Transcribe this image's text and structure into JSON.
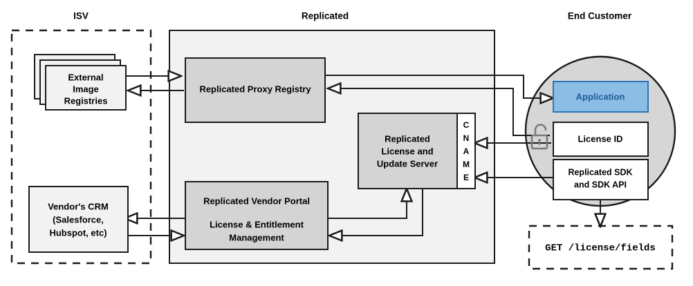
{
  "diagram": {
    "title_zones": [
      {
        "id": "isv",
        "label": "ISV"
      },
      {
        "id": "replicated",
        "label": "Replicated"
      },
      {
        "id": "end-customer",
        "label": "End Customer"
      }
    ],
    "nodes": {
      "external_image_registries": {
        "lines": [
          "External",
          "Image",
          "Registries"
        ]
      },
      "vendor_crm": {
        "lines": [
          "Vendor's CRM",
          "(Salesforce,",
          "Hubspot, etc)"
        ]
      },
      "proxy_registry": {
        "lines": [
          "Replicated Proxy Registry"
        ]
      },
      "license_update_server": {
        "lines": [
          "Replicated",
          "License and",
          "Update Server"
        ]
      },
      "cname": {
        "letters": [
          "C",
          "N",
          "A",
          "M",
          "E"
        ],
        "label": "CNAME"
      },
      "vendor_portal": {
        "lines": [
          "Replicated Vendor Portal",
          "License & Entitlement",
          "Management"
        ]
      },
      "application": {
        "label": "Application"
      },
      "license_id": {
        "label": "License ID"
      },
      "replicated_sdk": {
        "lines": [
          "Replicated SDK",
          "and SDK API"
        ]
      },
      "api_call": {
        "label": "GET /license/fields"
      }
    },
    "icons": {
      "padlock": "unlocked-padlock-icon"
    },
    "colors": {
      "zone_fill": "#F2F2F2",
      "circle_fill": "#D6D6D6",
      "node_fill": "#D4D4D4",
      "node_light_fill": "#F2F2F2",
      "node_white_fill": "#FFFFFF",
      "application_fill": "#8CBDE4",
      "application_stroke": "#2E74B5",
      "application_text": "#1F5C99",
      "line": "#1A1A1A",
      "lock": "#7A7A7A"
    }
  }
}
